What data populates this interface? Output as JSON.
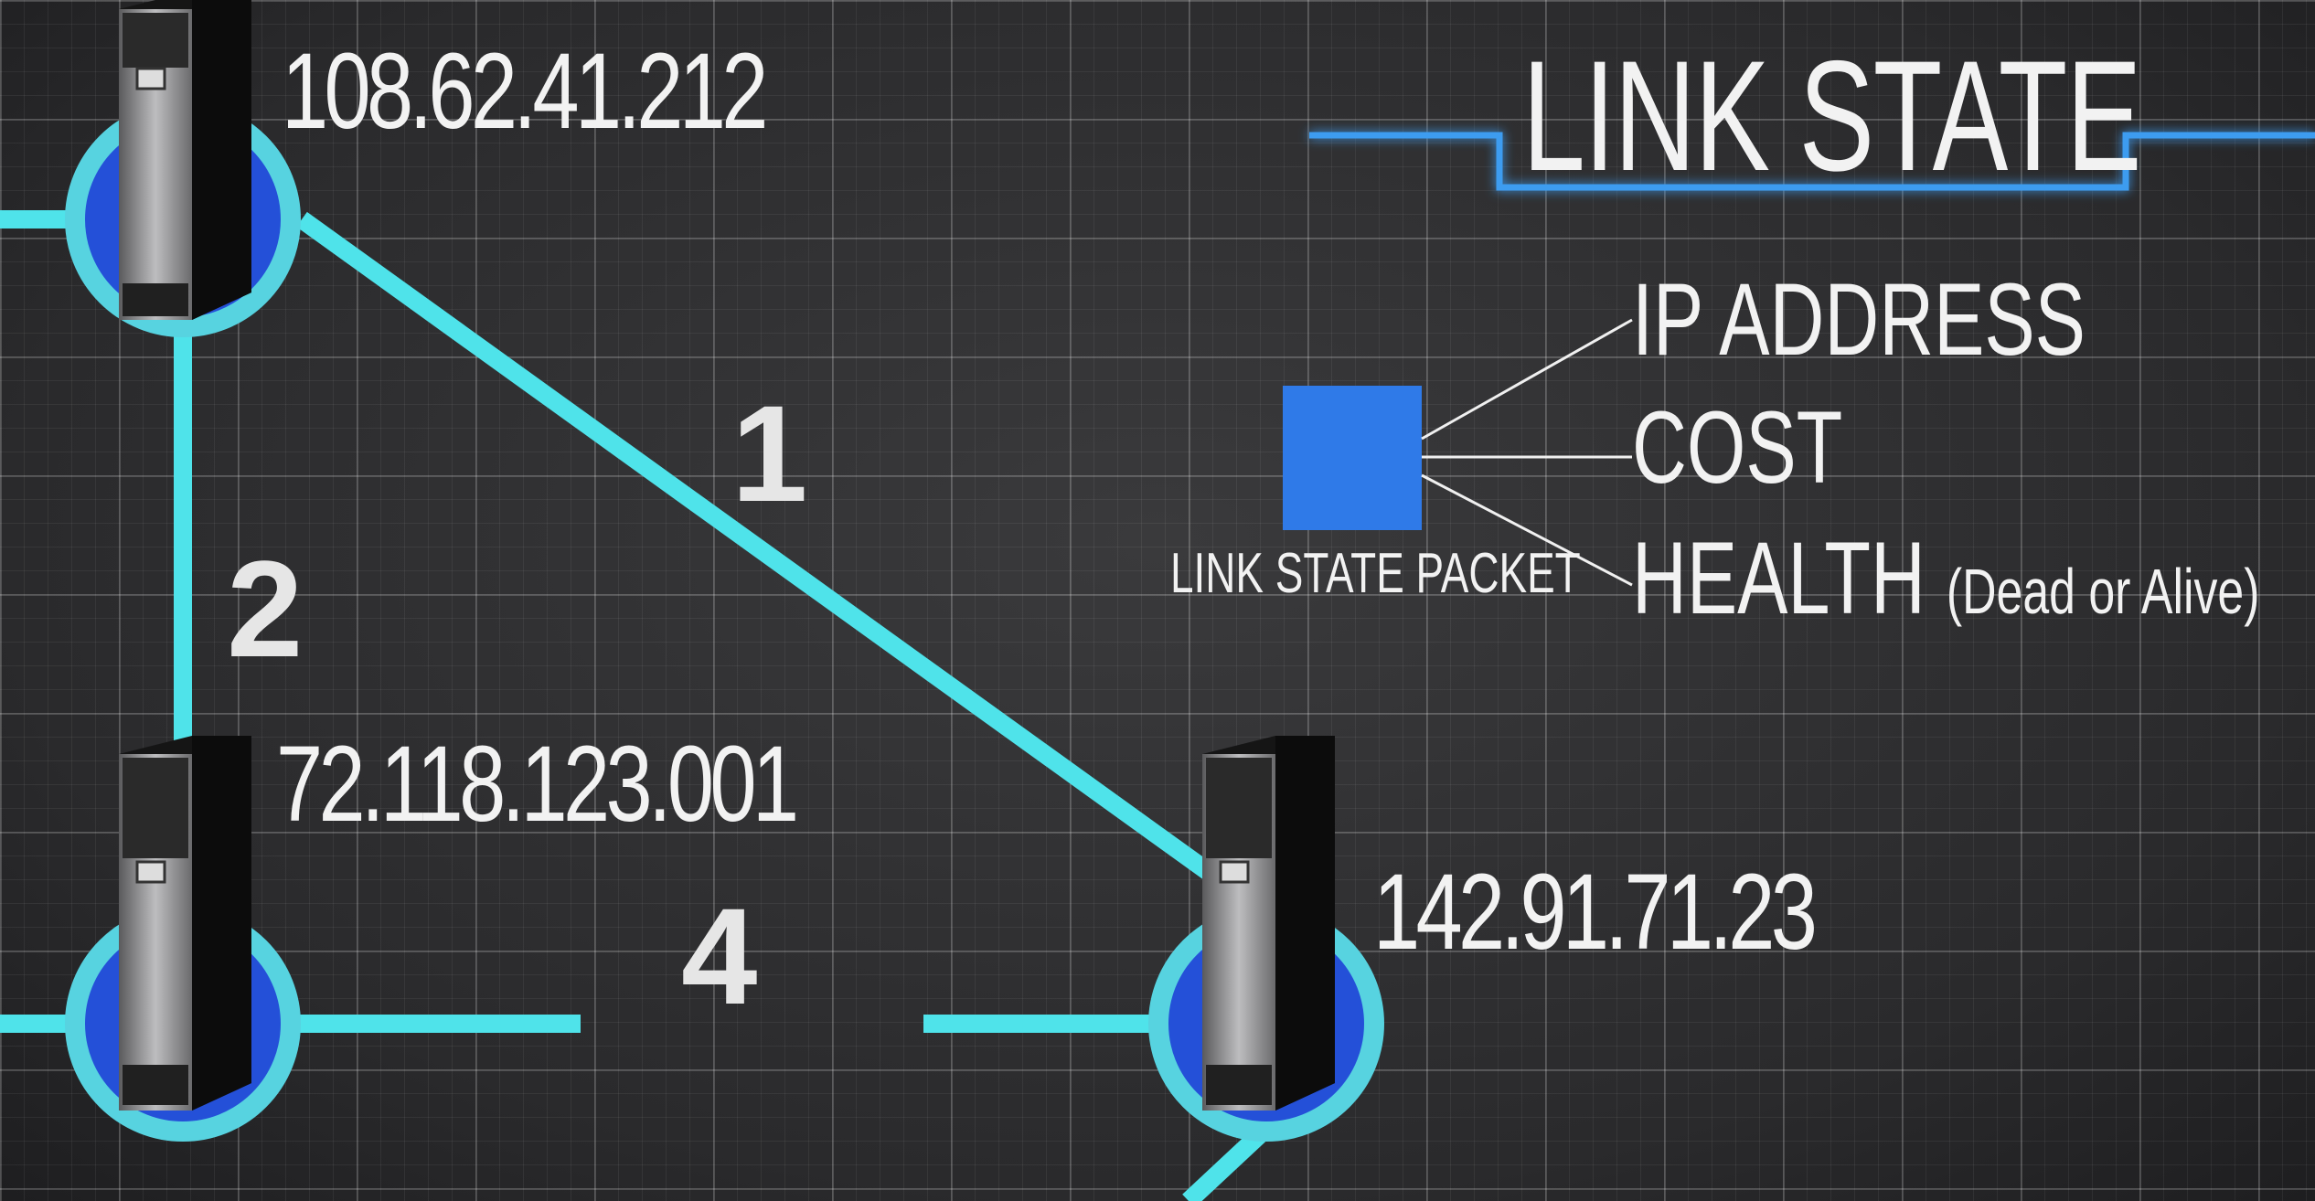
{
  "title": "LINK STATE",
  "colors": {
    "link": "#4fe3ea",
    "node_ring": "#57d3e0",
    "node_fill": "#2450d8",
    "packet": "#2f7ae8",
    "title_line": "#3d9cf0"
  },
  "nodes": [
    {
      "id": "router-a",
      "ip": "108.62.41.212"
    },
    {
      "id": "router-b",
      "ip": "72.118.123.001"
    },
    {
      "id": "router-c",
      "ip": "142.91.71.23"
    }
  ],
  "links": [
    {
      "from": "router-a",
      "to": "router-c",
      "cost": "1"
    },
    {
      "from": "router-a",
      "to": "router-b",
      "cost": "2"
    },
    {
      "from": "router-b",
      "to": "router-c",
      "cost": "4"
    }
  ],
  "packet": {
    "label": "LINK STATE PACKET",
    "fields": [
      "IP ADDRESS",
      "COST",
      "HEALTH"
    ],
    "health_note": "(Dead or Alive)"
  }
}
